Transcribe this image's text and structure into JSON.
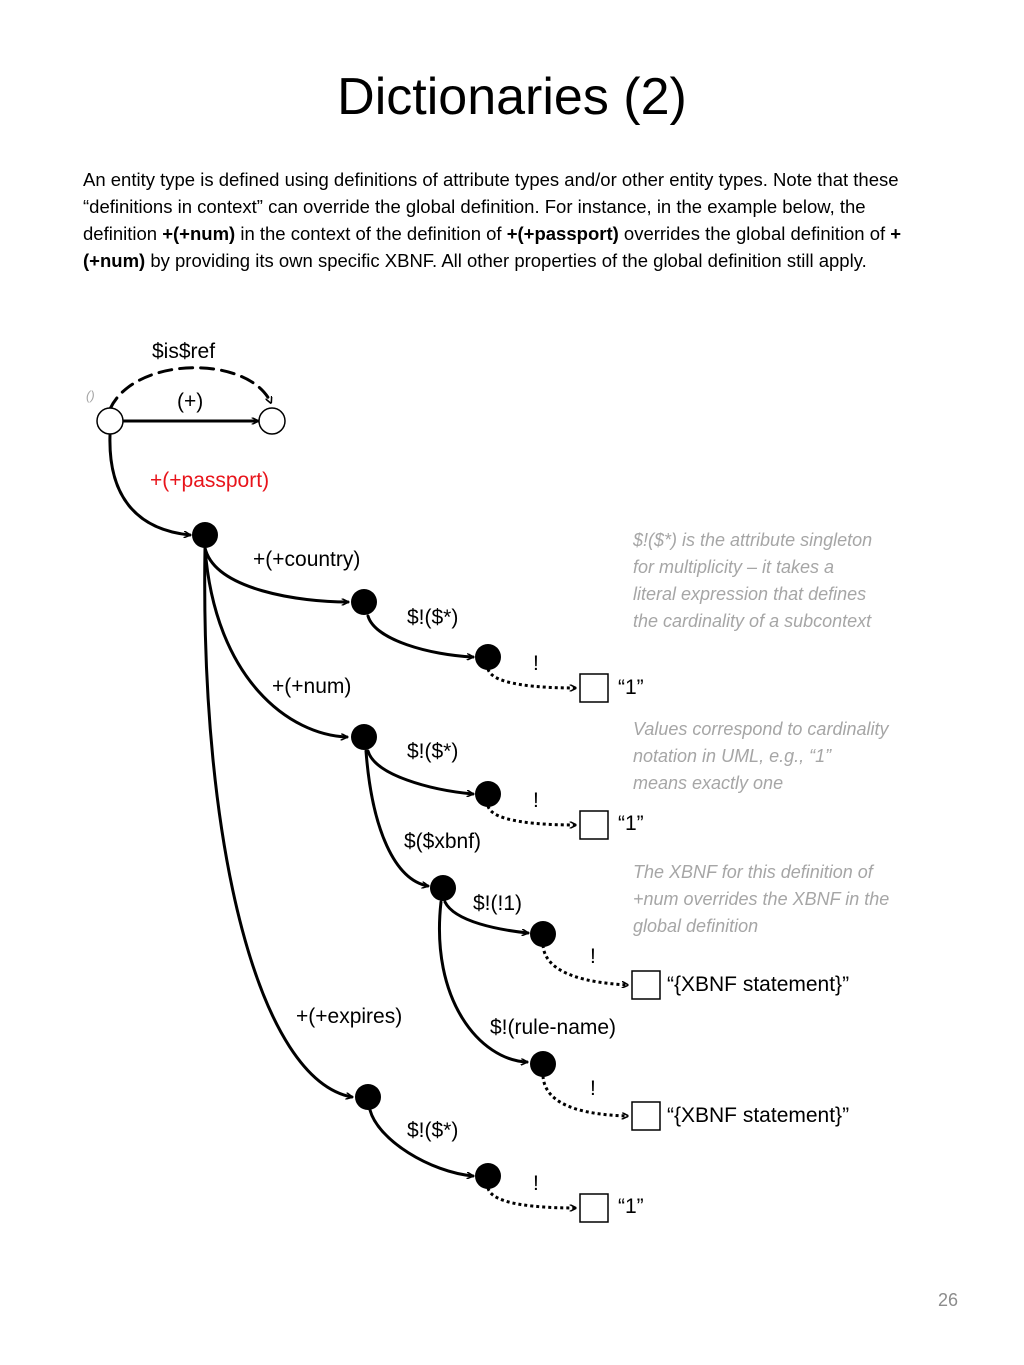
{
  "title": "Dictionaries (2)",
  "intro": {
    "p1": "An entity type is defined using definitions of attribute types and/or other entity types. Note that these “definitions in context” can override the global definition. For instance, in the example below, the definition ",
    "b1": "+(+num)",
    "p2": " in the context of the definition of ",
    "b2": "+(+passport)",
    "p3": " overrides the global definition of ",
    "b3": "+(+num)",
    "p4": " by providing its own specific XBNF. All other properties of the global definition still apply."
  },
  "diagram": {
    "root_marker": "()",
    "labels": {
      "isref": "$is$ref",
      "plus": "(+)",
      "passport": "+(+passport)",
      "country": "+(+country)",
      "card_country": "$!($*)",
      "bang_country": "!",
      "val_country": "“1”",
      "num": "+(+num)",
      "card_num": "$!($*)",
      "bang_num": "!",
      "val_num": "“1”",
      "xbnf": "$($xbnf)",
      "card_xbnf": "$!(!1)",
      "bang_xbnf": "!",
      "val_xbnf": "“{XBNF statement}”",
      "rule_name": "$!(rule-name)",
      "bang_rule": "!",
      "val_rule": "“{XBNF statement}”",
      "expires": "+(+expires)",
      "card_expires": "$!($*)",
      "bang_expires": "!",
      "val_expires": "“1”"
    },
    "notes": {
      "note1": [
        "$!($*) is the attribute singleton",
        "for multiplicity – it takes a",
        "literal expression that defines",
        "the cardinality of a subcontext"
      ],
      "note2": [
        "Values correspond to cardinality",
        "notation in UML, e.g., “1”",
        "means exactly one"
      ],
      "note3": [
        "The XBNF for this definition of",
        "+num overrides the XBNF in the",
        "global definition"
      ]
    }
  },
  "page_number": "26"
}
